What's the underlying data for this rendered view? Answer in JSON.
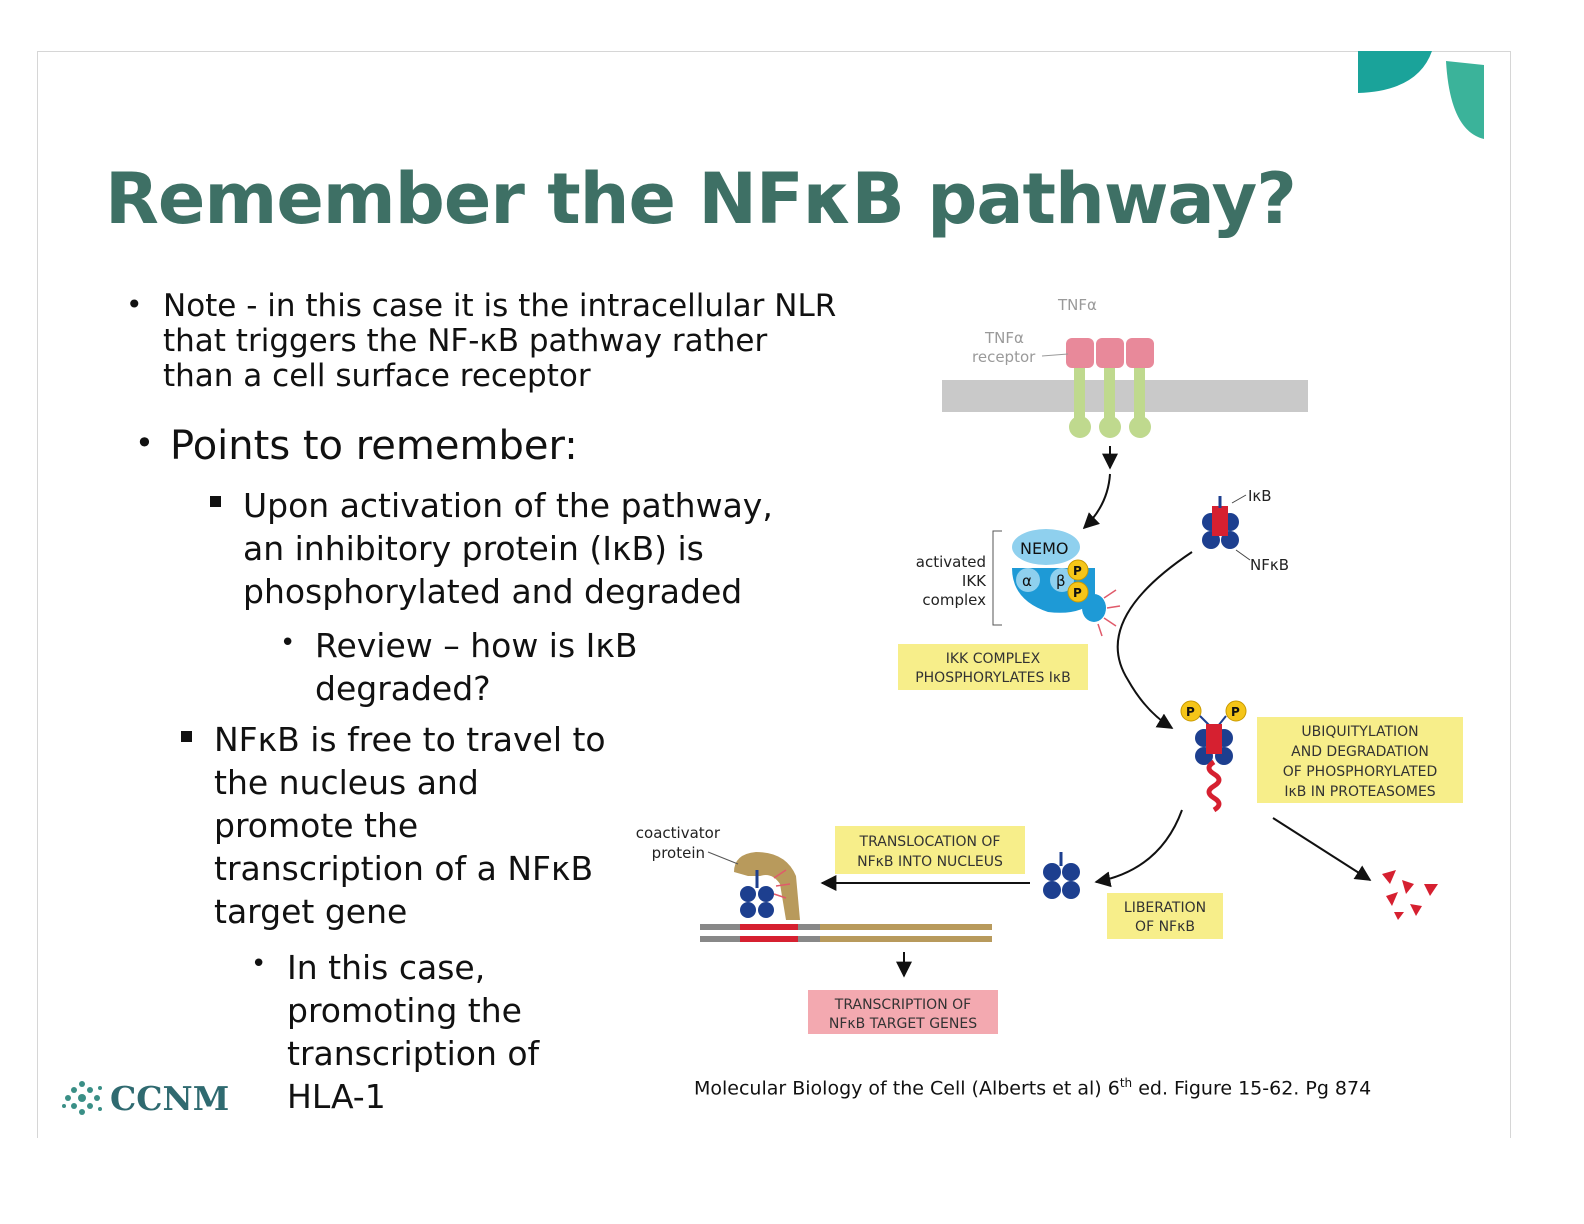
{
  "slide": {
    "title": "Remember the NFκB pathway?",
    "note_lines": [
      "Note - in this case it is the intracellular NLR",
      "that triggers the NF-κB pathway rather",
      "than a cell surface receptor"
    ],
    "points_heading": "Points to remember:",
    "sub1_lines": [
      "Upon activation of the pathway,",
      "an inhibitory protein (IκB) is",
      "phosphorylated and degraded"
    ],
    "sub1_review_lines": [
      "Review – how is IκB",
      "degraded?"
    ],
    "sub2_lines": [
      "NFκB is free to travel to",
      "the nucleus and",
      "promote the",
      "transcription of a NFκB",
      "target gene"
    ],
    "sub2_case_lines": [
      "In this case,",
      "promoting the",
      "transcription of",
      "HLA-1"
    ],
    "citation": {
      "main": "Molecular Biology of the Cell (Alberts et al) 6",
      "sup": "th",
      "tail": " ed. Figure 15-62. Pg 874"
    },
    "logo_text": "CCNM",
    "colors": {
      "title": "#3e7065",
      "accent_teal": "#1aa39a"
    }
  },
  "diagram": {
    "tnfa": "TNFα",
    "tnfa_receptor": [
      "TNFα",
      "receptor"
    ],
    "nemo": "NEMO",
    "alpha": "α",
    "beta": "β",
    "p": "P",
    "activated_ikk": [
      "activated",
      "IKK",
      "complex"
    ],
    "ikb": "IκB",
    "nfkb": "NFκB",
    "box_ikk": [
      "IKK COMPLEX",
      "PHOSPHORYLATES IκB"
    ],
    "box_ubiq": [
      "UBIQUITYLATION",
      "AND DEGRADATION",
      "OF PHOSPHORYLATED",
      "IκB IN PROTEASOMES"
    ],
    "box_liberation": [
      "LIBERATION",
      "OF NFκB"
    ],
    "box_translocation": [
      "TRANSLOCATION OF",
      "NFκB INTO NUCLEUS"
    ],
    "box_transcription": [
      "TRANSCRIPTION OF",
      "NFκB TARGET GENES"
    ],
    "coactivator": [
      "coactivator",
      "protein"
    ]
  }
}
